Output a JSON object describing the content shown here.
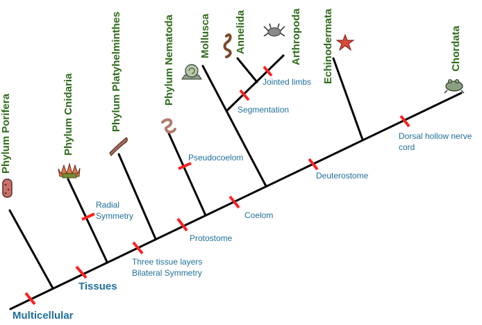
{
  "colors": {
    "taxon": "#2e6b1a",
    "trait": "#1f6f9a",
    "tick": "#ff2020",
    "branch": "#000000"
  },
  "taxa": {
    "porifera": "Phylum Porifera",
    "cnidaria": "Phylum Cnidaria",
    "platyhelminthes": "Phylum Platyhelminthes",
    "nematoda": "Phylum Nematoda",
    "mollusca": "Mollusca",
    "annelida": "Annelida",
    "arthropoda": "Arthropoda",
    "echinodermata": "Echinodermata",
    "chordata": "Chordata"
  },
  "traits": {
    "multicellular": "Multicellular",
    "tissues": "Tissues",
    "radial_1": "Radial",
    "radial_2": "Symmetry",
    "three_tissue": "Three tissue layers",
    "bilateral": "Bilateral Symmetry",
    "protostome": "Protostome",
    "pseudocoelom": "Pseudocoelom",
    "coelom": "Coelom",
    "segmentation": "Segmentation",
    "jointed_limbs": "Jointed limbs",
    "deuterostome": "Deuterostome",
    "dorsal_1": "Dorsal hollow nerve",
    "dorsal_2": "cord"
  },
  "icons": {
    "porifera": "sponge-icon",
    "cnidaria": "sea-anemone-icon",
    "platyhelminthes": "flatworm-icon",
    "nematoda": "roundworm-icon",
    "mollusca": "snail-icon",
    "annelida": "earthworm-icon",
    "arthropoda": "crab-icon",
    "echinodermata": "starfish-icon",
    "chordata": "frog-icon"
  }
}
